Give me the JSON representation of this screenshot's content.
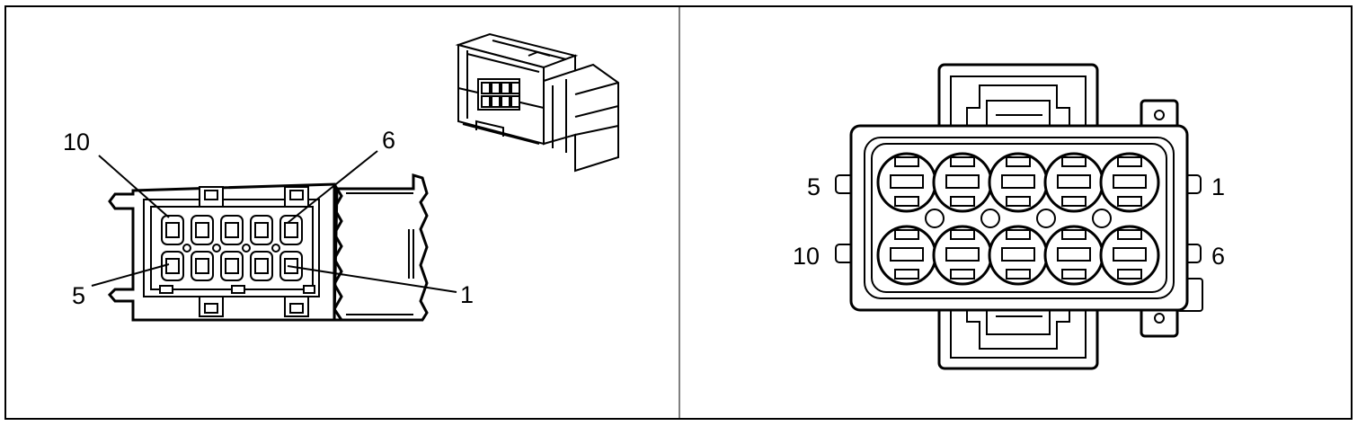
{
  "left_panel": {
    "labels": {
      "top_left": "10",
      "top_right": "6",
      "bottom_left": "5",
      "bottom_right": "1"
    }
  },
  "right_panel": {
    "labels": {
      "left_top": "5",
      "left_bottom": "10",
      "right_top": "1",
      "right_bottom": "6"
    },
    "cavities": {
      "rows": 2,
      "cols": 5
    }
  },
  "colors": {
    "line": "#000000",
    "background": "#ffffff"
  }
}
